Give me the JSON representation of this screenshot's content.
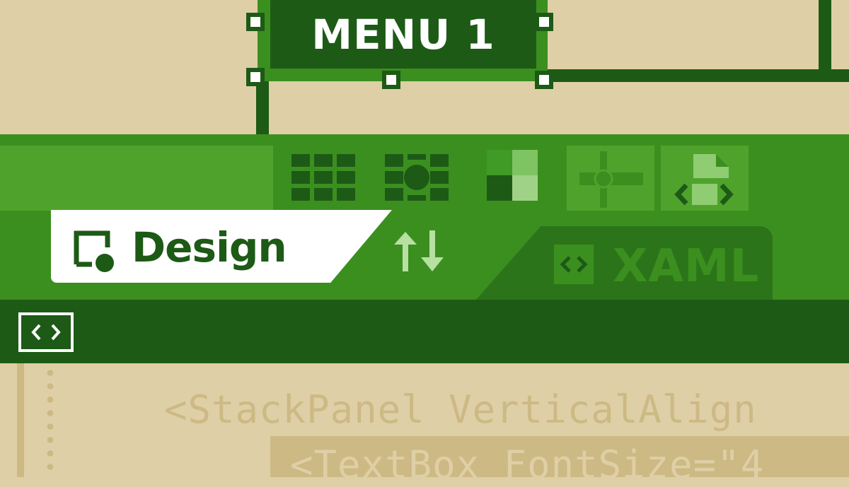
{
  "canvas": {
    "title": "MENU 1"
  },
  "tabs": {
    "design": {
      "label": "Design",
      "icon": "design-view-icon"
    },
    "swap": {
      "icon": "swap-arrows-icon"
    },
    "xaml": {
      "label": "XAML",
      "icon": "code-brackets-icon"
    }
  },
  "toolbar": {
    "tools": [
      {
        "icon": "grid-layout-icon"
      },
      {
        "icon": "grid-circle-icon"
      },
      {
        "icon": "checker-layout-icon"
      },
      {
        "icon": "slider-split-icon"
      },
      {
        "icon": "code-file-icon"
      }
    ]
  },
  "editor": {
    "line1": "<StackPanel VerticalAlign",
    "line2": "<TextBox FontSize=\"4"
  },
  "colors": {
    "background": "#dfcfa6",
    "dark_green": "#1d5a16",
    "green": "#3b8f1f",
    "light_green": "#4fa32c",
    "code_tan": "#cdb984"
  }
}
